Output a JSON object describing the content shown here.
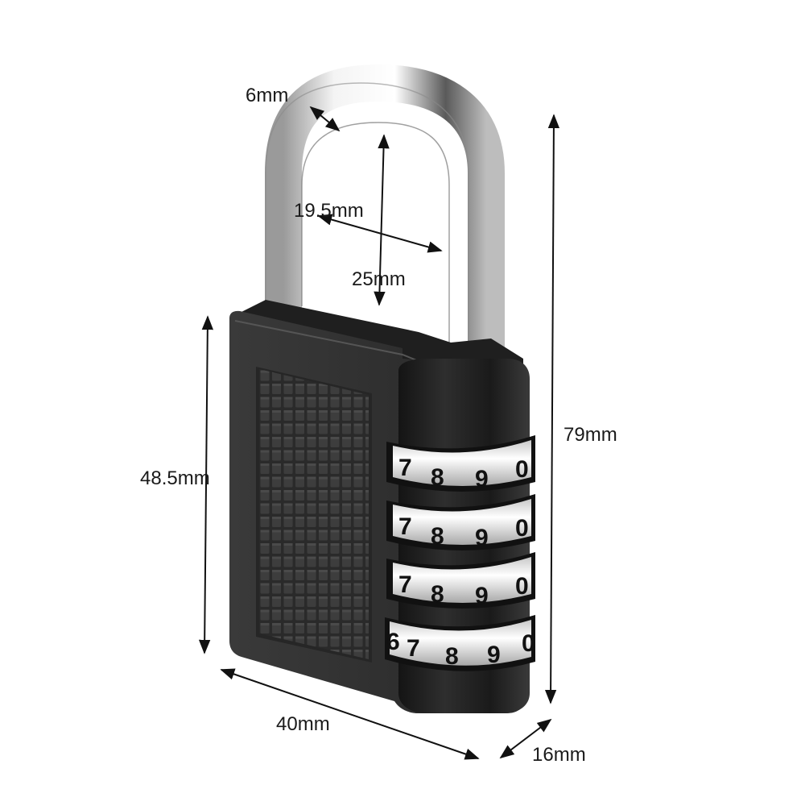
{
  "image": {
    "subject": "4-digit combination padlock",
    "background_color": "#ffffff",
    "body_color": "#2b2b2b",
    "shackle_color": "#d9d9d9"
  },
  "dimensions": {
    "shackle_thickness": "6mm",
    "shackle_inner_width": "19.5mm",
    "shackle_clearance": "25mm",
    "body_height": "48.5mm",
    "total_height": "79mm",
    "body_width": "40mm",
    "body_depth": "16mm"
  },
  "dials": [
    {
      "digits": [
        "7",
        "8",
        "9",
        "0"
      ]
    },
    {
      "digits": [
        "7",
        "8",
        "9",
        "0"
      ]
    },
    {
      "digits": [
        "7",
        "8",
        "9",
        "0"
      ]
    },
    {
      "digits": [
        "6",
        "7",
        "8",
        "9",
        "0"
      ]
    }
  ]
}
